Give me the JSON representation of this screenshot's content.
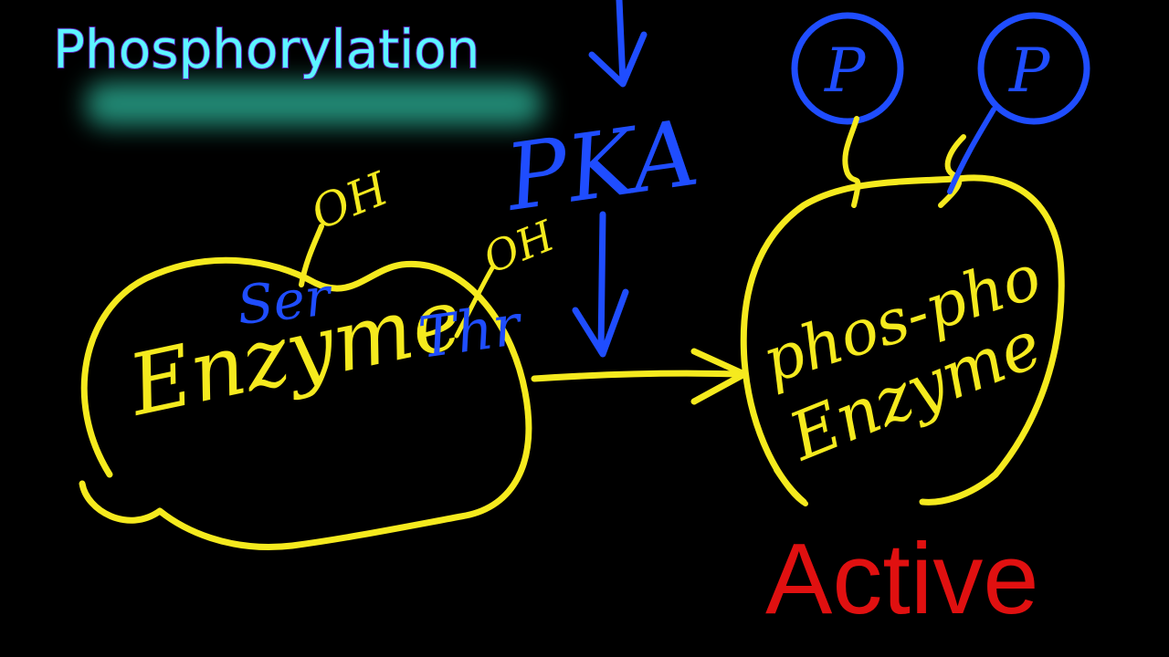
{
  "title": "Phosphorylation",
  "status_label": "Active",
  "colors": {
    "background": "#000000",
    "title_fill": "#5cf5ff",
    "title_outline": "#5a1fb0",
    "enzyme_ink": "#f5ea1e",
    "kinase_ink": "#1f4dff",
    "active_label": "#e01010"
  },
  "left_molecule": {
    "name": "Enzyme",
    "residue_1": "Ser",
    "residue_2": "Thr",
    "hydroxyl_1": "OH",
    "hydroxyl_2": "OH"
  },
  "kinase": {
    "name": "PKA"
  },
  "right_molecule": {
    "line_1": "phos-pho",
    "line_2": "Enzyme",
    "phosphate_1": "P",
    "phosphate_2": "P"
  }
}
